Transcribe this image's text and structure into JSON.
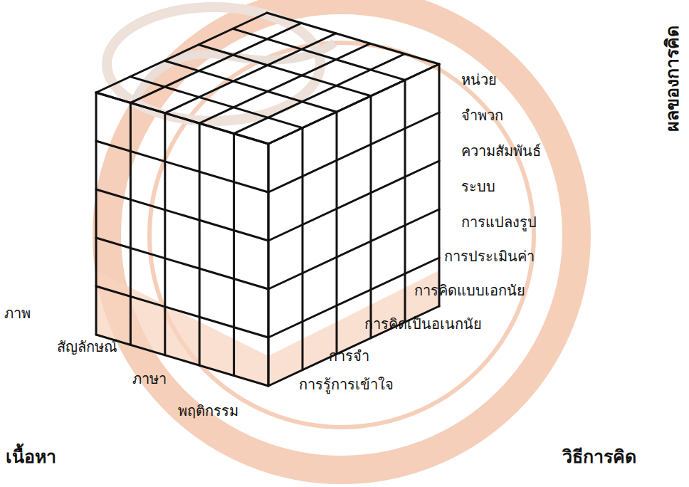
{
  "diagram": {
    "labels": [
      "หน่วย",
      "จำพวก",
      "ความสัมพันธ์",
      "ระบบ",
      "การแปลงรูป",
      "การประเมินค่า",
      "การคิดแบบเอกนัย",
      "การคิดเป็นอเนกนัย",
      "การจำ",
      "การรู้การเข้าใจ",
      "ภาพ",
      "สัญลักษณ์",
      "ภาษา",
      "พฤติกรรม",
      "เนื้อหา",
      "วิธีการคิด",
      "ผลของการคิด"
    ]
  }
}
